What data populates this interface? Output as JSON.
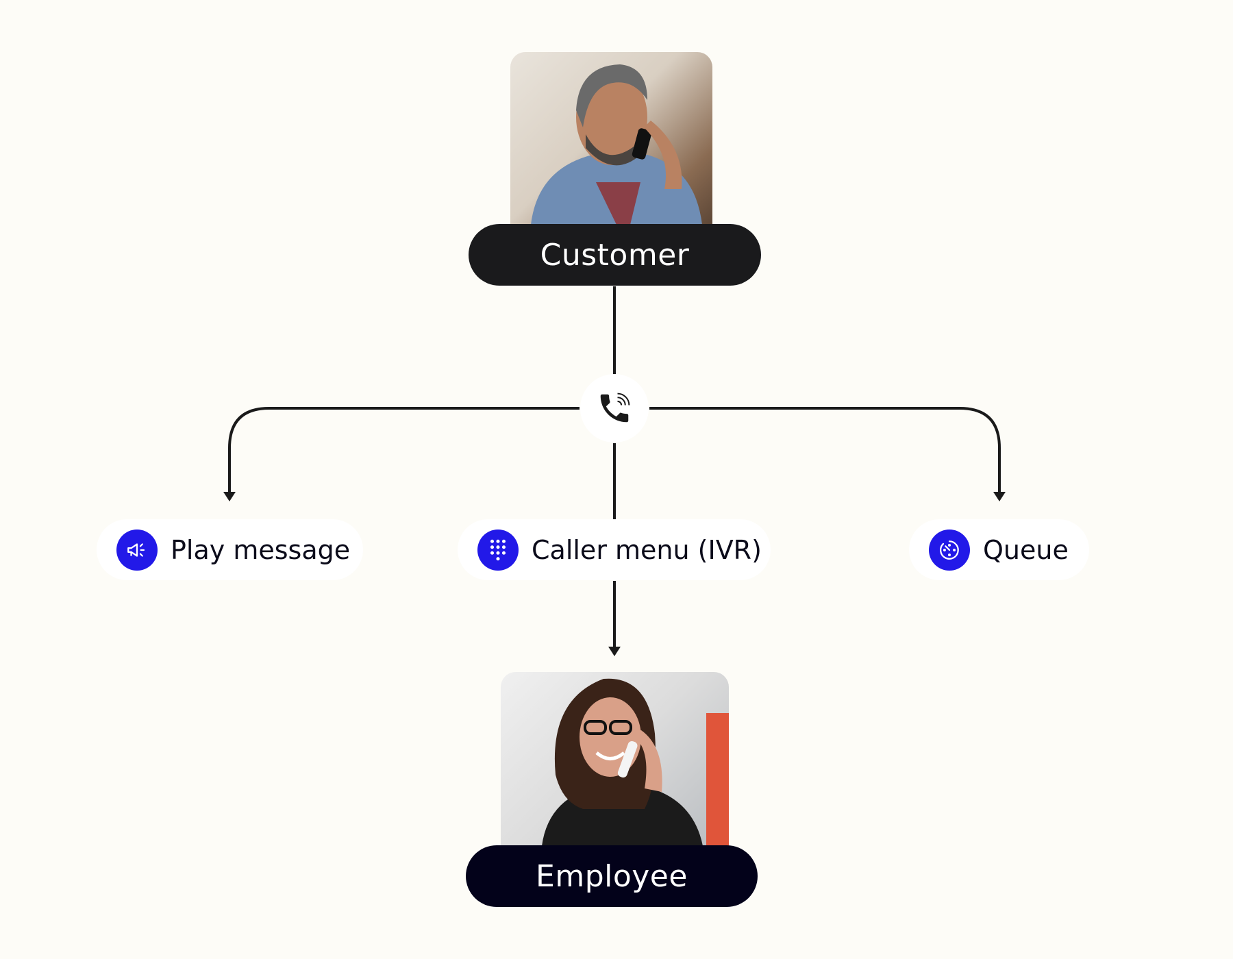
{
  "customer": {
    "label": "Customer",
    "image": "man-on-phone-photo"
  },
  "hub": {
    "icon": "phone-ringing-icon"
  },
  "options": [
    {
      "label": "Play message",
      "icon": "megaphone-icon"
    },
    {
      "label": "Caller menu (IVR)",
      "icon": "keypad-icon"
    },
    {
      "label": "Queue",
      "icon": "timer-icon"
    }
  ],
  "employee": {
    "label": "Employee",
    "image": "woman-on-phone-photo"
  },
  "colors": {
    "background": "#fdfcf7",
    "accent": "#2219e8",
    "customer_pill": "#1a1a1c",
    "employee_pill": "#03021a",
    "line": "#1a1a1a"
  }
}
